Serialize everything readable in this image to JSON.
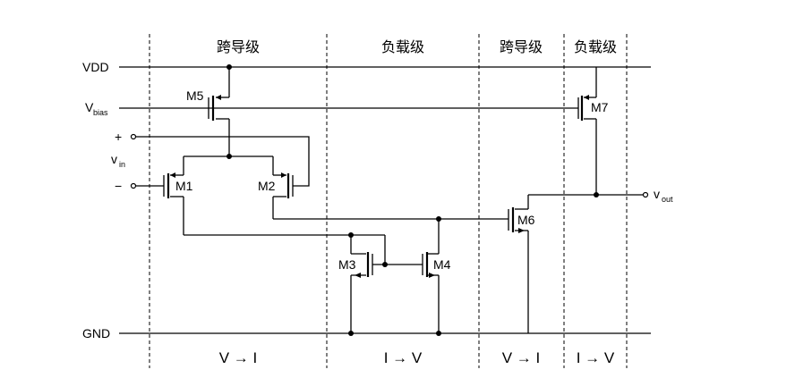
{
  "rails": {
    "vdd": "VDD",
    "gnd": "GND",
    "vbias_main": "V",
    "vbias_sub": "bias"
  },
  "inputs": {
    "plus": "+",
    "minus": "−",
    "vin_main": "v",
    "vin_sub": "in"
  },
  "output": {
    "vout_main": "v",
    "vout_sub": "out"
  },
  "stages": {
    "top": [
      "跨导级",
      "负载级",
      "跨导级",
      "负载级"
    ],
    "bottom": [
      "V → I",
      "I → V",
      "V → I",
      "I → V"
    ]
  },
  "transistors": [
    "M1",
    "M2",
    "M3",
    "M4",
    "M5",
    "M6",
    "M7"
  ]
}
